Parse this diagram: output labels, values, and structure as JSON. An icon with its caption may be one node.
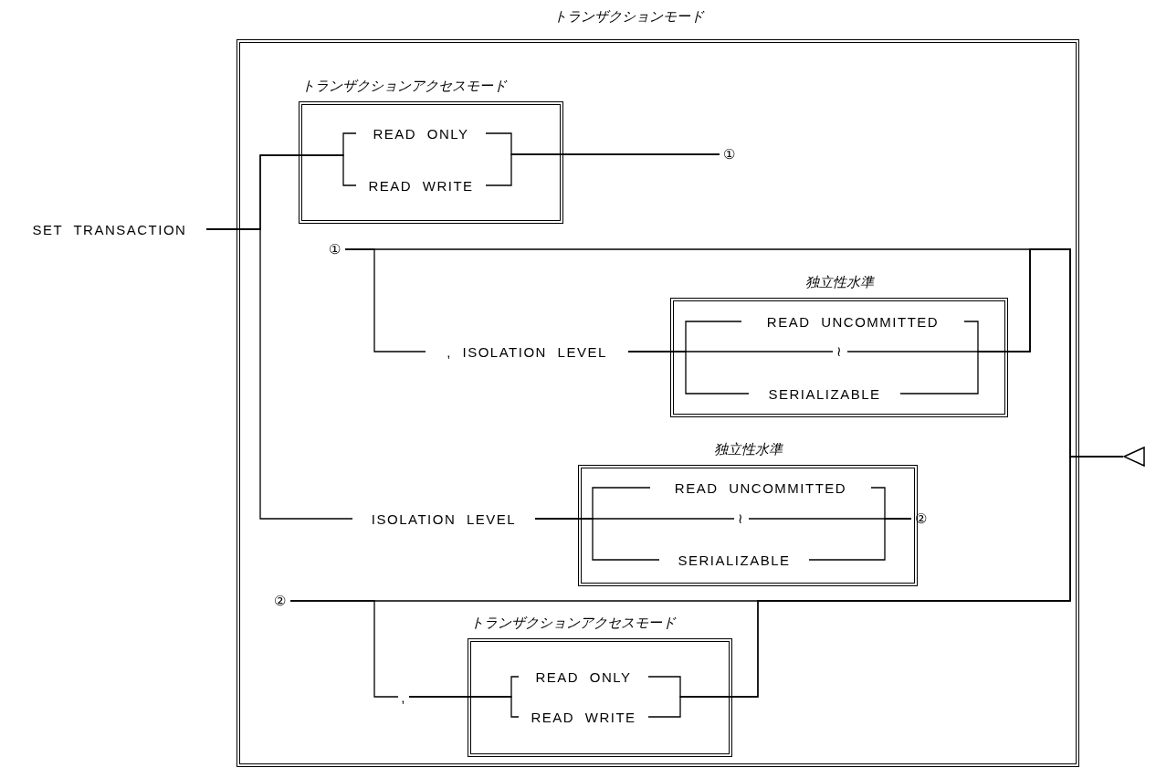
{
  "diagram": {
    "nodes": [
      {
        "text": [
          "トランザクションモード"
        ]
      },
      {
        "text": [
          "SET TRANSACTION"
        ]
      },
      {
        "text": [
          "トランザクションアクセスモード"
        ],
        "in": 0
      },
      {
        "text": [
          "READ ONLY"
        ],
        "in": 2
      },
      {
        "text": [
          "READ WRITE"
        ],
        "in": 2
      },
      {
        "text": [
          "①"
        ],
        "in": 0
      },
      {
        "text": [
          "①"
        ],
        "in": 0
      },
      {
        "text": [
          ", ISOLATION LEVEL"
        ],
        "in": 0
      },
      {
        "text": [
          "独立性水準"
        ],
        "in": 0
      },
      {
        "text": [
          "READ UNCOMMITTED"
        ],
        "in": 8
      },
      {
        "text": [
          "≀"
        ],
        "in": 8
      },
      {
        "text": [
          "SERIALIZABLE"
        ],
        "in": 8
      },
      {
        "text": [
          "ISOLATION LEVEL"
        ],
        "in": 0
      },
      {
        "text": [
          "独立性水準"
        ],
        "in": 0
      },
      {
        "text": [
          "READ UNCOMMITTED"
        ],
        "in": 13
      },
      {
        "text": [
          "≀"
        ],
        "in": 13
      },
      {
        "text": [
          "SERIALIZABLE"
        ],
        "in": 13
      },
      {
        "text": [
          "②"
        ],
        "in": 0
      },
      {
        "text": [
          "②"
        ],
        "in": 0
      },
      {
        "text": [
          ","
        ],
        "in": 0
      },
      {
        "text": [
          "トランザクションアクセスモード"
        ],
        "in": 0
      },
      {
        "text": [
          "READ ONLY"
        ],
        "in": 20
      },
      {
        "text": [
          "READ WRITE"
        ],
        "in": 20
      },
      {
        "text": [],
        "shape": "triangle"
      }
    ],
    "edges": [
      {
        "from": 1,
        "to": 3,
        "arrow": "none"
      },
      {
        "from": 1,
        "to": 4,
        "arrow": "none"
      },
      {
        "from": 1,
        "to": 12,
        "arrow": "none"
      },
      {
        "from": 3,
        "to": 5,
        "arrow": "none"
      },
      {
        "from": 4,
        "to": 5,
        "arrow": "none"
      },
      {
        "from": 6,
        "to": 7,
        "arrow": "none"
      },
      {
        "from": 6,
        "to": 23,
        "arrow": "none"
      },
      {
        "from": 7,
        "to": 9,
        "arrow": "none"
      },
      {
        "from": 7,
        "to": 10,
        "arrow": "none"
      },
      {
        "from": 7,
        "to": 11,
        "arrow": "none"
      },
      {
        "from": 9,
        "to": 23,
        "arrow": "none"
      },
      {
        "from": 10,
        "to": 23,
        "arrow": "none"
      },
      {
        "from": 11,
        "to": 23,
        "arrow": "none"
      },
      {
        "from": 12,
        "to": 14,
        "arrow": "none"
      },
      {
        "from": 12,
        "to": 15,
        "arrow": "none"
      },
      {
        "from": 12,
        "to": 16,
        "arrow": "none"
      },
      {
        "from": 14,
        "to": 17,
        "arrow": "none"
      },
      {
        "from": 15,
        "to": 17,
        "arrow": "none"
      },
      {
        "from": 16,
        "to": 17,
        "arrow": "none"
      },
      {
        "from": 18,
        "to": 23,
        "arrow": "none"
      },
      {
        "from": 18,
        "to": 19,
        "arrow": "none"
      },
      {
        "from": 19,
        "to": 21,
        "arrow": "none"
      },
      {
        "from": 19,
        "to": 22,
        "arrow": "none"
      },
      {
        "from": 21,
        "to": 23,
        "arrow": "none"
      },
      {
        "from": 22,
        "to": 23,
        "arrow": "none"
      }
    ]
  }
}
